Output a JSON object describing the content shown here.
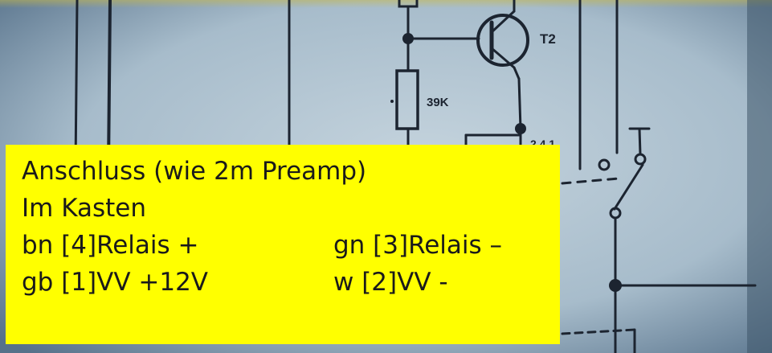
{
  "schematic": {
    "transistor_label": "T2",
    "resistor_label": "39K",
    "partial_label": "2 4 1"
  },
  "note": {
    "title": "Anschluss (wie 2m Preamp)",
    "subtitle": "Im Kasten",
    "rows": [
      {
        "left": "bn [4]Relais +",
        "right": "gn [3]Relais –"
      },
      {
        "left": "gb [1]VV +12V",
        "right": "w [2]VV -"
      }
    ]
  },
  "colors": {
    "callout_bg": "#ffff00",
    "paper": "#b9cad6",
    "ink": "#1c2430"
  }
}
